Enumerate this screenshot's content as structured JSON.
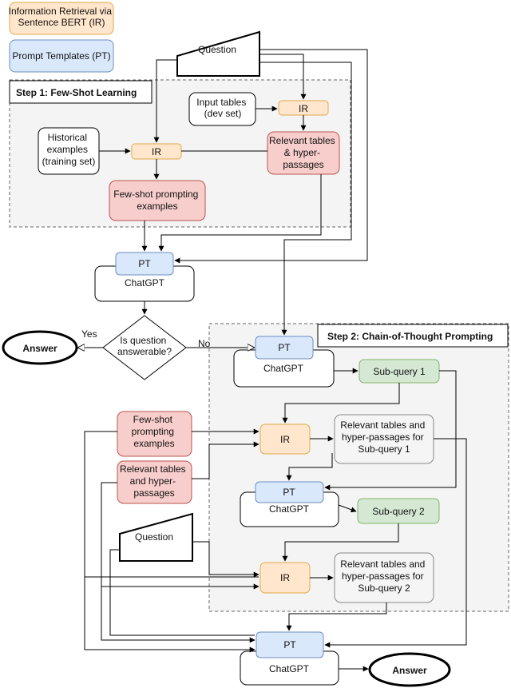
{
  "legend": {
    "ir": [
      "Information Retrieval via",
      "Sentence BERT (IR)"
    ],
    "pt": "Prompt Templates (PT)"
  },
  "step1": {
    "title": "Step 1: Few-Shot Learning",
    "question": "Question",
    "input_tables": [
      "Input tables",
      "(dev set)"
    ],
    "ir_top": "IR",
    "historical": [
      "Historical",
      "examples",
      "(training set)"
    ],
    "ir_mid": "IR",
    "relevant": [
      "Relevant tables",
      "& hyper-",
      "passages"
    ],
    "fewshot": [
      "Few-shot prompting",
      "examples"
    ]
  },
  "middle": {
    "pt": "PT",
    "chatgpt": "ChatGPT",
    "decision": [
      "Is question",
      "answerable?"
    ],
    "yes": "Yes",
    "no": "No",
    "answer": "Answer"
  },
  "step2": {
    "title": "Step 2: Chain-of-Thought Prompting",
    "pt1": "PT",
    "chatgpt1": "ChatGPT",
    "subquery1": "Sub-query 1",
    "fewshot": [
      "Few-shot",
      "prompting",
      "examples"
    ],
    "ir1": "IR",
    "relevant1": [
      "Relevant tables and",
      "hyper-passages for",
      "Sub-query 1"
    ],
    "relevant_tables": [
      "Relevant tables",
      "and hyper-",
      "passages"
    ],
    "pt2": "PT",
    "chatgpt2": "ChatGPT",
    "subquery2": "Sub-query 2",
    "question": "Question",
    "ir2": "IR",
    "relevant2": [
      "Relevant tables and",
      "hyper-passages for",
      "Sub-query 2"
    ],
    "pt3": "PT",
    "chatgpt3": "ChatGPT",
    "answer": "Answer"
  },
  "colors": {
    "ir_fill": "#ffe6cc",
    "ir_stroke": "#e0a94a",
    "pt_fill": "#dae8fc",
    "pt_stroke": "#6c8ebf",
    "red_fill": "#f8cecc",
    "red_stroke": "#b85450",
    "green_fill": "#d5e8d4",
    "green_stroke": "#82b366",
    "gray_fill": "#f5f5f5",
    "gray_stroke": "#888888"
  }
}
